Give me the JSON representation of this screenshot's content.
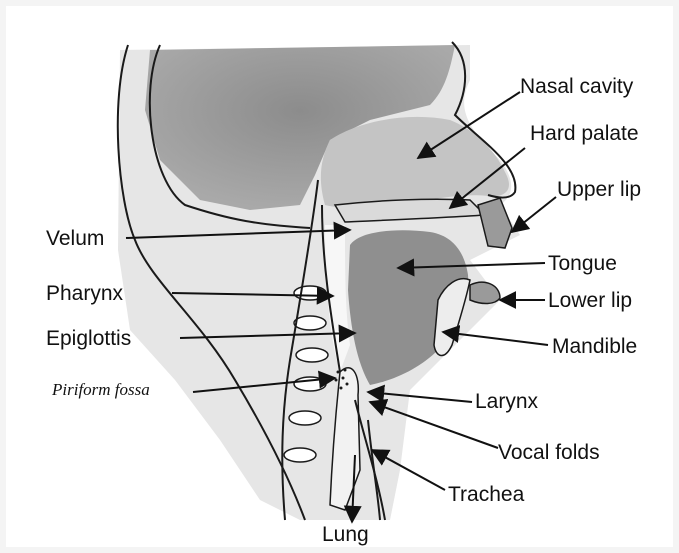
{
  "labels": {
    "nasal_cavity": "Nasal cavity",
    "hard_palate": "Hard palate",
    "upper_lip": "Upper lip",
    "velum": "Velum",
    "tongue": "Tongue",
    "pharynx": "Pharynx",
    "lower_lip": "Lower lip",
    "epiglottis": "Epiglottis",
    "mandible": "Mandible",
    "piriform_fossa": "Piriform fossa",
    "larynx": "Larynx",
    "vocal_folds": "Vocal folds",
    "trachea": "Trachea",
    "lung": "Lung"
  }
}
